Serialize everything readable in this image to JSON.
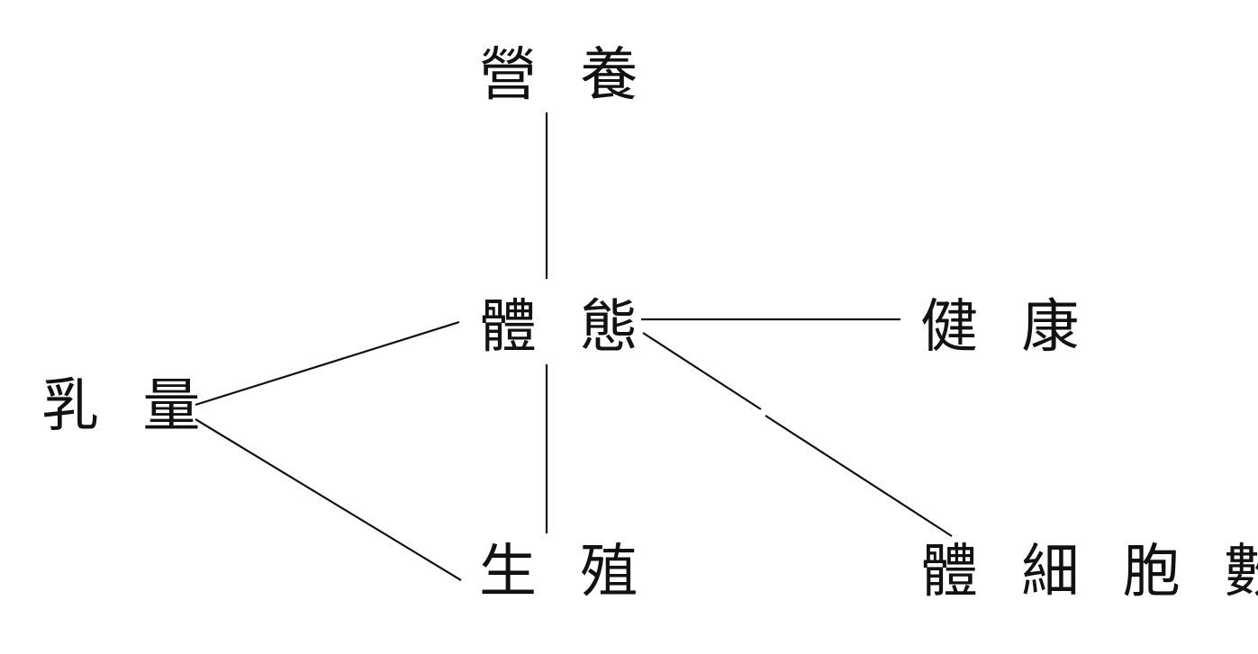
{
  "diagram": {
    "nodes": {
      "nutrition": "營 養",
      "body_condition": "體 態",
      "health": "健 康",
      "milk_yield": "乳 量",
      "reproduction": "生 殖",
      "somatic_cell_count": "體 細 胞 數"
    },
    "edges": [
      [
        "nutrition",
        "body_condition"
      ],
      [
        "body_condition",
        "reproduction"
      ],
      [
        "body_condition",
        "health"
      ],
      [
        "body_condition",
        "somatic_cell_count"
      ],
      [
        "body_condition",
        "milk_yield"
      ],
      [
        "milk_yield",
        "reproduction"
      ]
    ],
    "line_color": "#111111"
  }
}
